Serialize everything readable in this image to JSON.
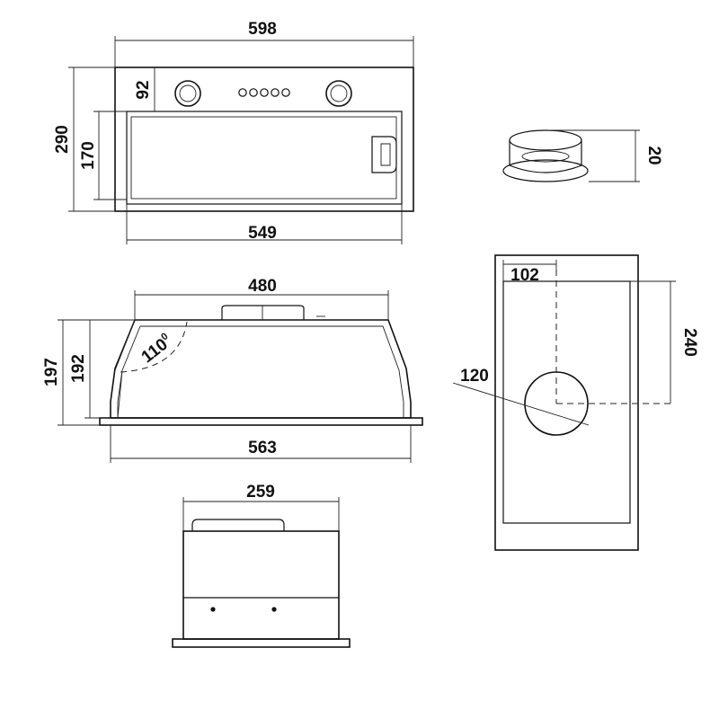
{
  "front_view": {
    "width_total": "598",
    "height_total": "290",
    "control_height": "92",
    "filter_height": "170",
    "filter_width": "549"
  },
  "flange": {
    "height": "20"
  },
  "side_view": {
    "top_width": "480",
    "height_outer": "197",
    "height_inner": "192",
    "angle": "110",
    "angle_unit": "0",
    "bottom_width": "563"
  },
  "top_view": {
    "width": "259"
  },
  "cutout": {
    "offset_x": "102",
    "offset_y": "240",
    "diameter": "120"
  }
}
